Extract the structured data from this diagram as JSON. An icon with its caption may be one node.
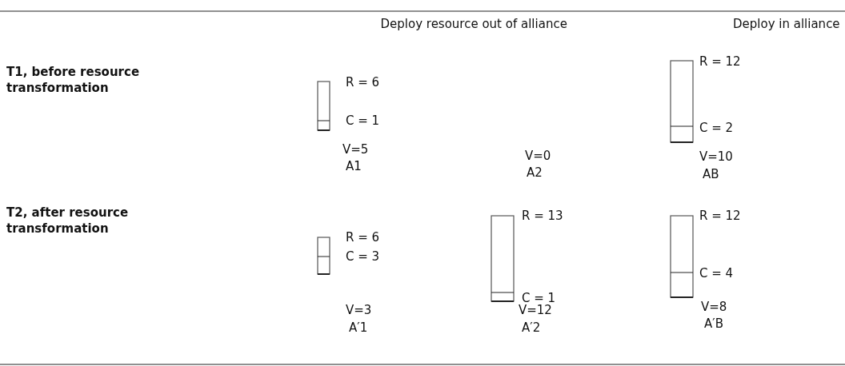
{
  "diagram": {
    "labels": [
      "Deploy resource out of alliance",
      "Deploy in alliance",
      "T1, before resource transformation",
      "R = 6",
      "C = 1",
      "V=5",
      "A1",
      "V=0",
      "A2",
      "R = 12",
      "C = 2",
      "V=10",
      "AB",
      "T2, after resource transformation",
      "R = 6",
      "C = 3",
      "V=3",
      "A′1",
      "R = 13",
      "C = 1",
      "V=12",
      "A′2",
      "R = 12",
      "C = 4",
      "V=8",
      "A′B"
    ]
  }
}
